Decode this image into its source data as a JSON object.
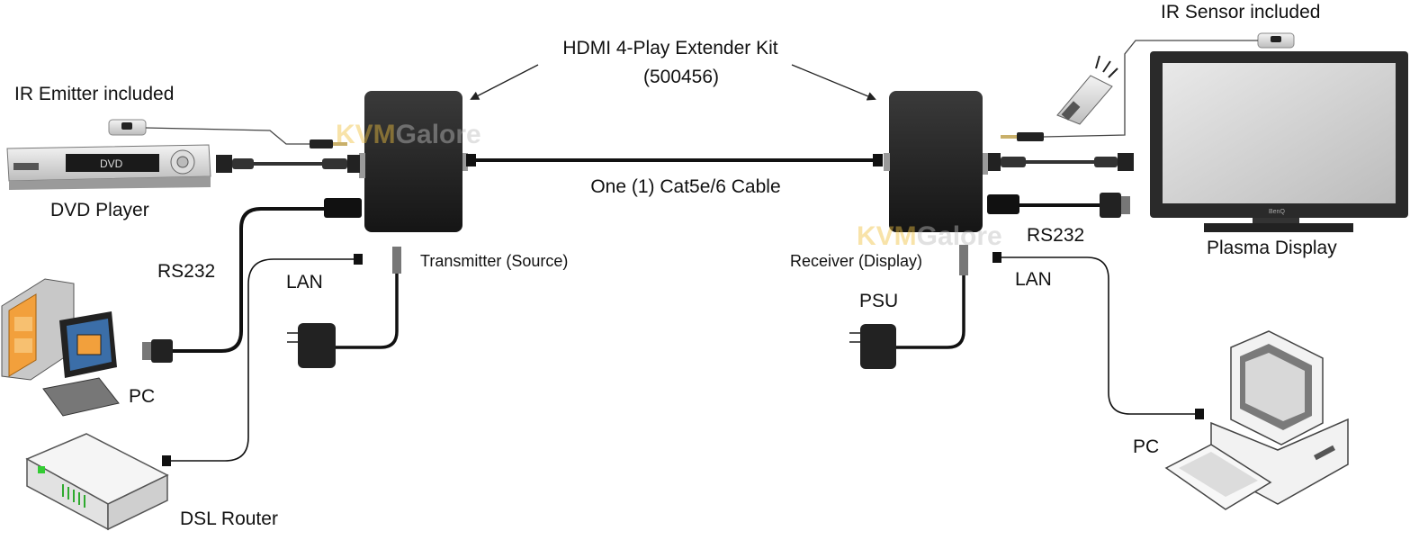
{
  "title": "HDMI 4-Play Extender Kit",
  "part_number": "(500456)",
  "cable_label": "One (1) Cat5e/6 Cable",
  "watermark": {
    "brand_a": "KVM",
    "brand_b": "Galore",
    "color_a": "#f0c040",
    "color_b": "#cfcfcf"
  },
  "source_side": {
    "ir_emitter": "IR Emitter included",
    "dvd_player": "DVD Player",
    "dvd_display_text": "DVD",
    "rs232": "RS232",
    "lan": "LAN",
    "pc": "PC",
    "router": "DSL Router",
    "transmitter": "Transmitter (Source)"
  },
  "display_side": {
    "ir_sensor": "IR Sensor included",
    "rs232": "RS232",
    "lan": "LAN",
    "psu": "PSU",
    "receiver": "Receiver (Display)",
    "plasma": "Plasma Display",
    "tv_brand": "BenQ",
    "pc": "PC"
  },
  "colors": {
    "unit": "#1e1e1e",
    "cable": "#111111",
    "ir_cable": "#444444",
    "orange": "#f2a03c"
  }
}
